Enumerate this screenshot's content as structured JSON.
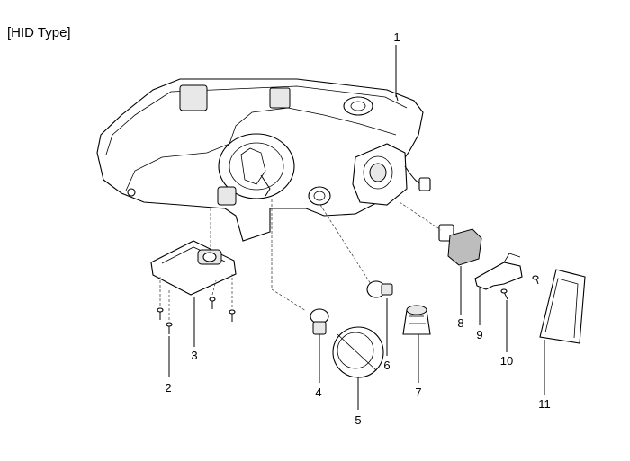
{
  "title": "[HID Type]",
  "callouts": [
    {
      "id": "1",
      "name": "headlamp-housing"
    },
    {
      "id": "2",
      "name": "ballast-screw"
    },
    {
      "id": "3",
      "name": "hid-ballast"
    },
    {
      "id": "4",
      "name": "turn-signal-bulb"
    },
    {
      "id": "5",
      "name": "bulb-dust-cap"
    },
    {
      "id": "6",
      "name": "position-bulb"
    },
    {
      "id": "7",
      "name": "bulb-socket"
    },
    {
      "id": "8",
      "name": "hid-igniter"
    },
    {
      "id": "9",
      "name": "retaining-spring"
    },
    {
      "id": "10",
      "name": "clip-screw"
    },
    {
      "id": "11",
      "name": "rear-cover"
    }
  ]
}
